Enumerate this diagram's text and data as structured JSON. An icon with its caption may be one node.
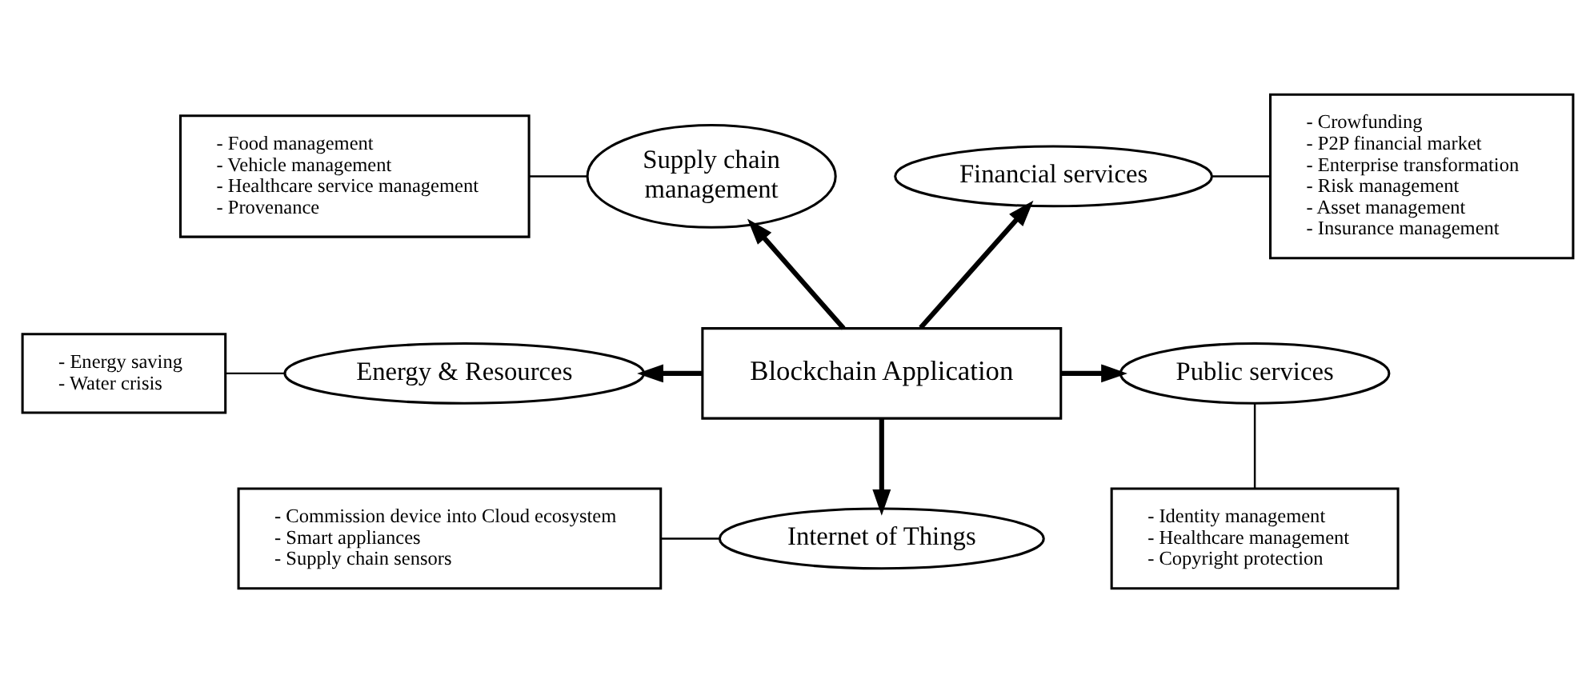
{
  "diagram": {
    "nodes": [
      {
        "text": [
          "- Food management",
          "- Vehicle management",
          "- Healthcare service management",
          "- Provenance"
        ]
      },
      {
        "text": [
          "Supply chain management"
        ]
      },
      {
        "text": [
          "Financial services"
        ]
      },
      {
        "text": [
          "- Crowfunding",
          "- P2P financial market",
          "- Enterprise transformation",
          "- Risk management",
          "- Asset management",
          "- Insurance management"
        ]
      },
      {
        "text": [
          "- Energy saving",
          "- Water crisis"
        ]
      },
      {
        "text": [
          "Energy & Resources"
        ]
      },
      {
        "text": [
          "Blockchain Application"
        ]
      },
      {
        "text": [
          "Public services"
        ]
      },
      {
        "text": [
          "- Commission device into Cloud ecosystem",
          "- Smart appliances",
          "- Supply chain sensors"
        ]
      },
      {
        "text": [
          "Internet of Things"
        ]
      },
      {
        "text": [
          "- Identity management",
          "- Healthcare management",
          "- Copyright protection"
        ]
      }
    ],
    "edges": [
      {
        "from": 6,
        "to": 1,
        "arrow": "to",
        "style": "thick"
      },
      {
        "from": 6,
        "to": 2,
        "arrow": "to",
        "style": "thick"
      },
      {
        "from": 6,
        "to": 5,
        "arrow": "to",
        "style": "thick"
      },
      {
        "from": 6,
        "to": 7,
        "arrow": "to",
        "style": "thick"
      },
      {
        "from": 6,
        "to": 9,
        "arrow": "to",
        "style": "thick"
      },
      {
        "from": 0,
        "to": 1,
        "arrow": "none"
      },
      {
        "from": 2,
        "to": 3,
        "arrow": "none"
      },
      {
        "from": 4,
        "to": 5,
        "arrow": "none"
      },
      {
        "from": 9,
        "to": 8,
        "arrow": "none"
      },
      {
        "from": 7,
        "to": 10,
        "arrow": "none"
      }
    ]
  }
}
